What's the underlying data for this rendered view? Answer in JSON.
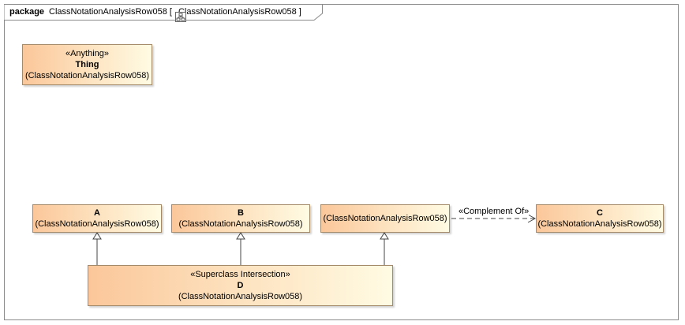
{
  "frame": {
    "keyword": "package",
    "name": "ClassNotationAnalysisRow058",
    "diagram_name": "ClassNotationAnalysisRow058",
    "icon": "class-diagram-icon"
  },
  "classes": {
    "thing": {
      "stereotype": "«Anything»",
      "name": "Thing",
      "namespace": "(ClassNotationAnalysisRow058)"
    },
    "a": {
      "name": "A",
      "namespace": "(ClassNotationAnalysisRow058)"
    },
    "b": {
      "name": "B",
      "namespace": "(ClassNotationAnalysisRow058)"
    },
    "anon": {
      "namespace": "(ClassNotationAnalysisRow058)"
    },
    "c": {
      "name": "C",
      "namespace": "(ClassNotationAnalysisRow058)"
    },
    "d": {
      "stereotype": "«Superclass Intersection»",
      "name": "D",
      "namespace": "(ClassNotationAnalysisRow058)"
    }
  },
  "relations": {
    "complement_label": "«Complement Of»"
  }
}
